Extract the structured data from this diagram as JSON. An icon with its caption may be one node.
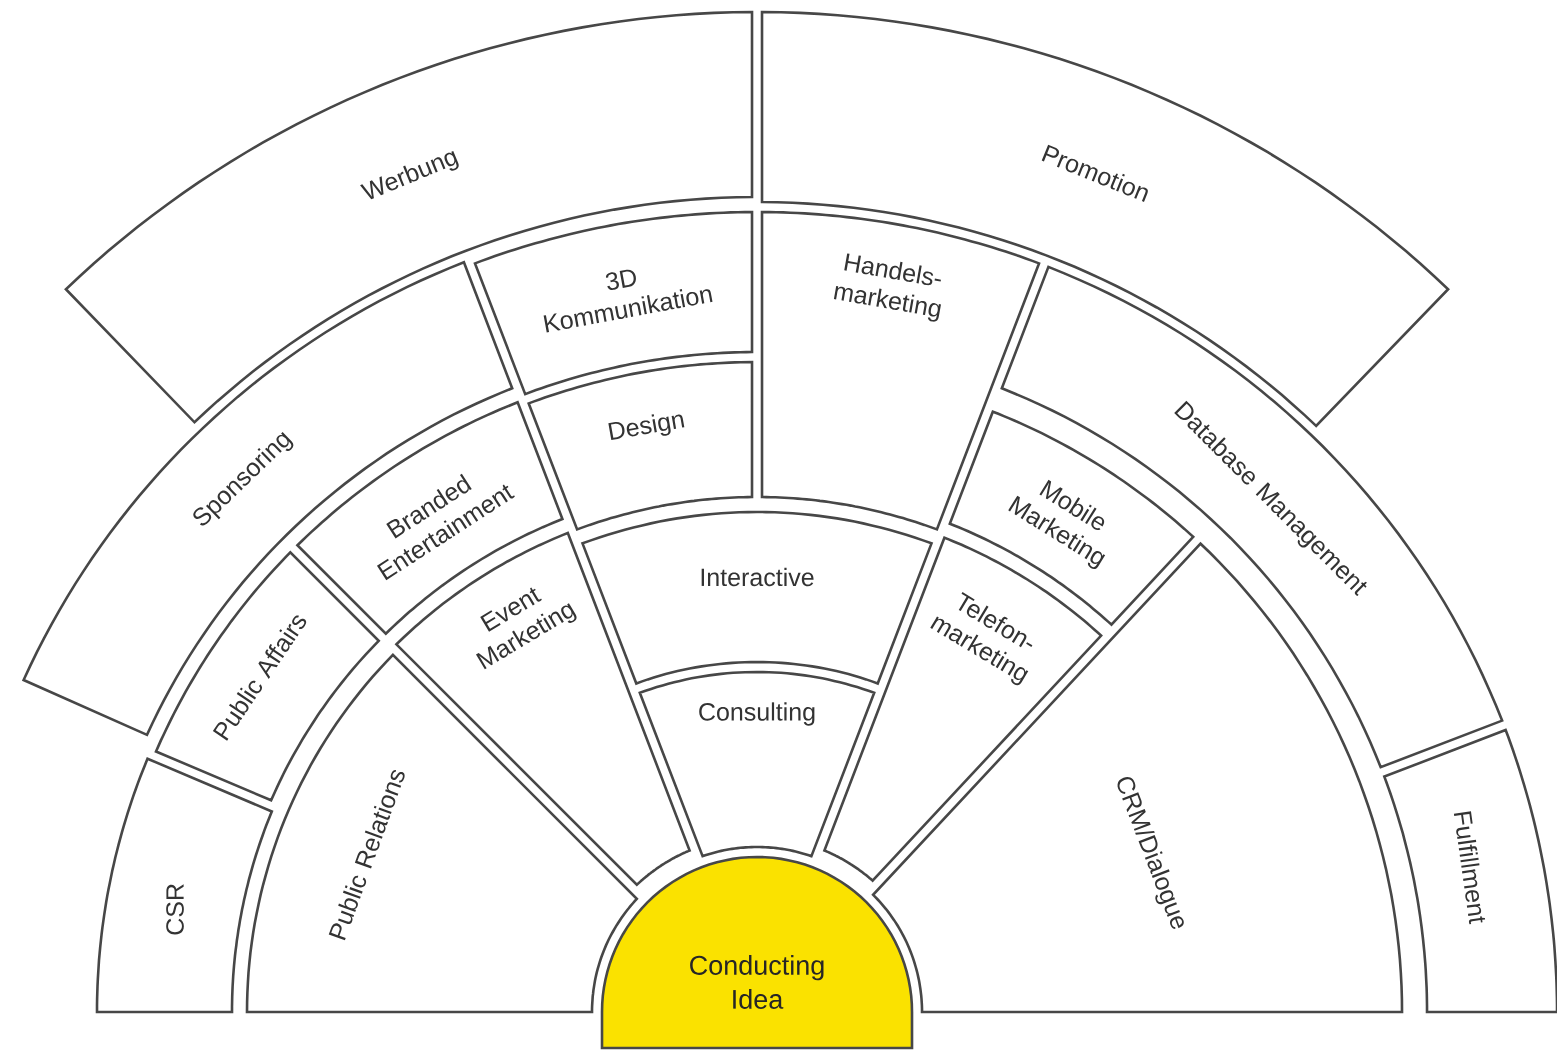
{
  "diagram": {
    "nodes": [
      {
        "text": [
          "Werbung"
        ]
      },
      {
        "text": [
          "Promotion"
        ]
      },
      {
        "text": [
          "3D Kommunikation"
        ]
      },
      {
        "text": [
          "Handels- marketing"
        ]
      },
      {
        "text": [
          "Sponsoring"
        ]
      },
      {
        "text": [
          "Database Management"
        ]
      },
      {
        "text": [
          "Design"
        ]
      },
      {
        "text": [
          "Branded Entertainment"
        ]
      },
      {
        "text": [
          "Mobile Marketing"
        ]
      },
      {
        "text": [
          "Public Affairs"
        ]
      },
      {
        "text": [
          "Interactive"
        ]
      },
      {
        "text": [
          "Event Marketing"
        ]
      },
      {
        "text": [
          "Telefon- marketing"
        ]
      },
      {
        "text": [
          "Consulting"
        ]
      },
      {
        "text": [
          "CSR"
        ]
      },
      {
        "text": [
          "Public Relations"
        ]
      },
      {
        "text": [
          "CRM/Dialogue"
        ]
      },
      {
        "text": [
          "Fulfillment"
        ]
      },
      {
        "text": [
          "Conducting Idea"
        ]
      }
    ]
  }
}
